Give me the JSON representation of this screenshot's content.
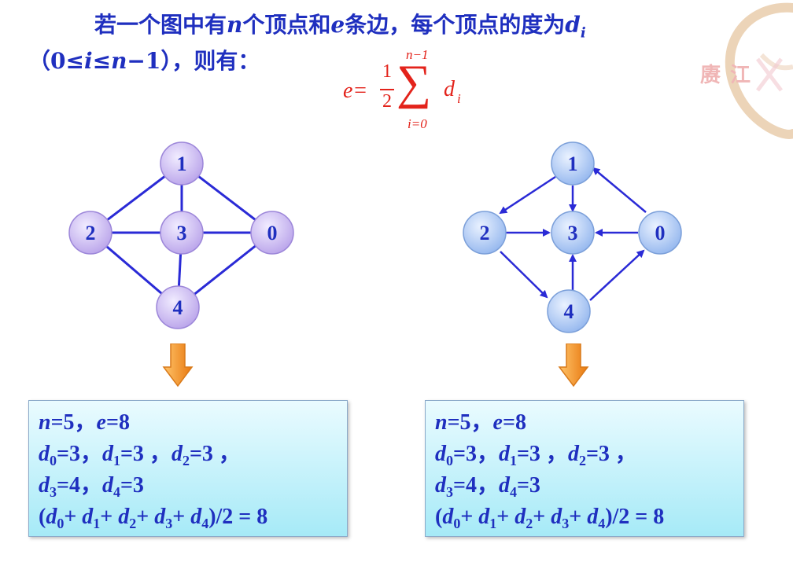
{
  "heading": {
    "line1_pre": "若一个图中有",
    "n": "n",
    "line1_mid1": "个顶点和",
    "e": "e",
    "line1_mid2": "条边，每个顶点的度为",
    "d": "d",
    "i": "i",
    "line2_open": "（0≤",
    "line2_i": "i",
    "line2_mid": "≤",
    "line2_n": "n",
    "line2_close": "−1），则有："
  },
  "formula": {
    "lhs": "e=",
    "num": "1",
    "den": "2",
    "sigma": "∑",
    "upper": "n−1",
    "lower": "i=0",
    "term": "d",
    "term_sub": "i"
  },
  "undirected_graph": {
    "node_labels": [
      "1",
      "2",
      "3",
      "0",
      "4"
    ],
    "edges": [
      [
        "1",
        "2"
      ],
      [
        "1",
        "3"
      ],
      [
        "1",
        "0"
      ],
      [
        "2",
        "3"
      ],
      [
        "3",
        "0"
      ],
      [
        "2",
        "4"
      ],
      [
        "3",
        "4"
      ],
      [
        "0",
        "4"
      ]
    ],
    "node_color": "#c9b8ef"
  },
  "directed_graph": {
    "node_labels": [
      "1",
      "2",
      "3",
      "0",
      "4"
    ],
    "edges": [
      [
        "1",
        "2"
      ],
      [
        "1",
        "3"
      ],
      [
        "0",
        "1"
      ],
      [
        "2",
        "3"
      ],
      [
        "0",
        "3"
      ],
      [
        "2",
        "4"
      ],
      [
        "4",
        "3"
      ],
      [
        "4",
        "0"
      ]
    ],
    "node_color": "#a9c6f2"
  },
  "arrow_color": "#f39a1f",
  "edge_color": "#2a2ad6",
  "left_box": {
    "line1": "n=5，e=8",
    "line2": "d0=3，d1=3 ，d2=3 ，",
    "line3": "d3=4，d4=3",
    "line4": "(d0+ d1+ d2+ d3+ d4)/2 = 8"
  },
  "right_box": {
    "line1": "n=5，e=8",
    "line2": "d0=3，d1=3 ，d2=3 ，",
    "line3": "d3=4，d4=3",
    "line4": "(d0+ d1+ d2+ d3+ d4)/2 = 8"
  },
  "logo_text": [
    "赓",
    "江"
  ]
}
